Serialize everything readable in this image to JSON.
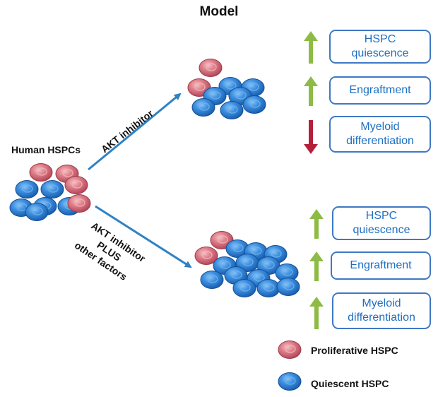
{
  "title": "Model",
  "source_label": "Human HSPCs",
  "arrow_upper_label": "AKT inhibitor",
  "arrow_lower_label": [
    "AKT inhibitor",
    "PLUS",
    "other factors"
  ],
  "upper_outcomes": [
    {
      "label": "HSPC\nquiescence",
      "direction": "up"
    },
    {
      "label": "Engraftment",
      "direction": "up"
    },
    {
      "label": "Myeloid\ndifferentiation",
      "direction": "down"
    }
  ],
  "lower_outcomes": [
    {
      "label": "HSPC\nquiescence",
      "direction": "up"
    },
    {
      "label": "Engraftment",
      "direction": "up"
    },
    {
      "label": "Myeloid\ndifferentiation",
      "direction": "up"
    }
  ],
  "legend": [
    {
      "label": "Proliferative HSPC",
      "cell": "proliferative"
    },
    {
      "label": "Quiescent HSPC",
      "cell": "quiescent"
    }
  ],
  "colors": {
    "up_arrow": "#8dbb45",
    "down_arrow": "#b4203a",
    "flow_arrow": "#2f82c4",
    "box_border": "#3f78c4",
    "box_text": "#1e6fc0",
    "quiescent_cell": "#2b7fd4",
    "proliferative_cell": "#d9737d"
  }
}
